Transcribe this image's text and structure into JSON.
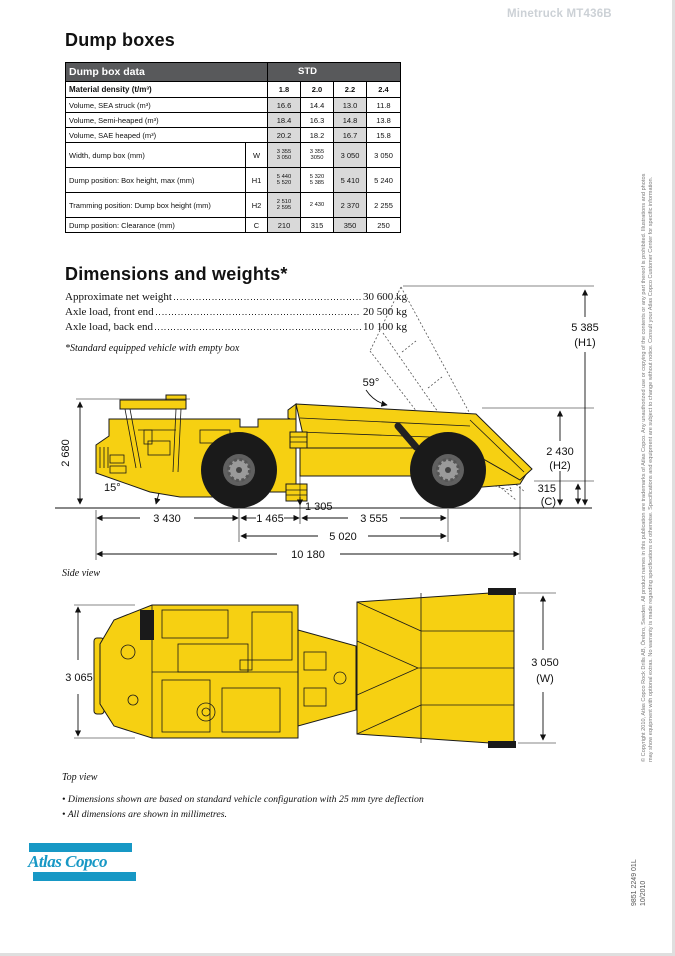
{
  "header": {
    "model": "Minetruck MT436B"
  },
  "dump_boxes": {
    "title": "Dump boxes",
    "table": {
      "header": {
        "label": "Dump box data",
        "std": "STD"
      },
      "density": {
        "label": "Material density (t/m³)",
        "values": [
          "1.8",
          "2.0",
          "2.2",
          "2.4"
        ]
      },
      "rows": [
        {
          "label": "Volume, SEA struck (m³)",
          "letter": "",
          "v": [
            "16.6",
            "14.4",
            "13.0",
            "11.8"
          ]
        },
        {
          "label": "Volume, Semi-heaped (m³)",
          "letter": "",
          "v": [
            "18.4",
            "16.3",
            "14.8",
            "13.8"
          ]
        },
        {
          "label": "Volume, SAE heaped (m³)",
          "letter": "",
          "v": [
            "20.2",
            "18.2",
            "16.7",
            "15.8"
          ]
        },
        {
          "label": "Width, dump box (mm)",
          "letter": "W",
          "v": [
            "3 355\n3 050",
            "3 355\n3050",
            "3 050",
            "3 050"
          ]
        },
        {
          "label": "Dump position: Box height, max (mm)",
          "letter": "H1",
          "v": [
            "5 440\n5 520",
            "5 320\n5 385",
            "5 410",
            "5 240"
          ]
        },
        {
          "label": "Tramming position: Dump box height (mm)",
          "letter": "H2",
          "v": [
            "2 510\n2 595",
            "2 430",
            "2 370",
            "2 255"
          ]
        },
        {
          "label": "Dump position: Clearance (mm)",
          "letter": "C",
          "v": [
            "210",
            "315",
            "350",
            "250"
          ]
        }
      ]
    }
  },
  "dimensions_weights": {
    "title": "Dimensions and weights*",
    "rows": [
      {
        "label": "Approximate net weight",
        "value": "30 600 kg"
      },
      {
        "label": "Axle load, front end",
        "value": "20 500 kg"
      },
      {
        "label": "Axle load, back end",
        "value": "10 100 kg"
      }
    ],
    "footnote": "*Standard equipped vehicle with empty box"
  },
  "side_view": {
    "caption": "Side view",
    "dims": {
      "h1_value": "5 385",
      "h1_tag": "(H1)",
      "h2_value": "2 430",
      "h2_tag": "(H2)",
      "c_value": "315",
      "c_tag": "(C)",
      "height": "2 680",
      "tip_angle": "59°",
      "approach_angle": "15°",
      "hitch_height": "1 305",
      "front_axle": "3 430",
      "axle_mid": "1 465",
      "axle_rear": "3 555",
      "rear_length": "5 020",
      "total_length": "10 180"
    }
  },
  "top_view": {
    "caption": "Top view",
    "dims": {
      "front_width": "3 065",
      "box_width": "3 050",
      "box_width_tag": "(W)"
    }
  },
  "notes": {
    "items": [
      "• Dimensions shown are based on standard vehicle configuration with 25 mm tyre deflection",
      "• All dimensions are shown in millimetres."
    ]
  },
  "footer": {
    "logo_text": "Atlas Copco",
    "doc_number": "9851 2249 01L",
    "doc_date": "10/2010",
    "copyright_1": "© Copyright 2010, Atlas Copco Rock Drills AB, Örebro, Sweden. All product names in this publication are trademarks of Atlas Copco. Any unauthorized use or copying of the contents or any part thereof is prohibited. Illustrations and photos",
    "copyright_2": "may show equipment with optional extras. No warranty is made regarding specifications or otherwise. Specifications and equipment are subject to change without notice. Consult your Atlas Copco Customer Center for specific information."
  },
  "colors": {
    "machine_yellow": "#F6D012",
    "logo_blue": "#1798C5",
    "table_header_gray": "#58595B",
    "column_shade": "#D9D9D9",
    "model_header_gray": "#CCD1D6"
  }
}
